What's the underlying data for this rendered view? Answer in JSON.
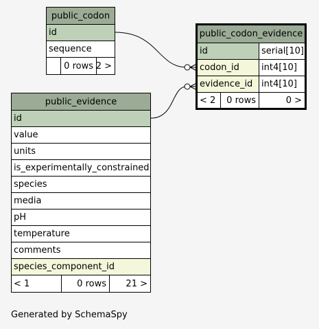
{
  "tables": {
    "public_codon": {
      "name": "public_codon",
      "columns": [
        {
          "name": "id",
          "kind": "pk"
        },
        {
          "name": "sequence",
          "kind": "plain"
        }
      ],
      "footer": {
        "left": "",
        "middle": "0 rows",
        "right": "2 >"
      }
    },
    "public_codon_evidence": {
      "name": "public_codon_evidence",
      "columns": [
        {
          "name": "id",
          "type": "serial[10]",
          "kind": "pk"
        },
        {
          "name": "codon_id",
          "type": "int4[10]",
          "kind": "fk"
        },
        {
          "name": "evidence_id",
          "type": "int4[10]",
          "kind": "fk"
        }
      ],
      "footer": {
        "left": "< 2",
        "middle": "0 rows",
        "right": "0 >"
      }
    },
    "public_evidence": {
      "name": "public_evidence",
      "columns": [
        {
          "name": "id",
          "kind": "pk"
        },
        {
          "name": "value",
          "kind": "plain"
        },
        {
          "name": "units",
          "kind": "plain"
        },
        {
          "name": "is_experimentally_constrained",
          "kind": "plain"
        },
        {
          "name": "species",
          "kind": "plain"
        },
        {
          "name": "media",
          "kind": "plain"
        },
        {
          "name": "pH",
          "kind": "plain"
        },
        {
          "name": "temperature",
          "kind": "plain"
        },
        {
          "name": "comments",
          "kind": "plain"
        },
        {
          "name": "species_component_id",
          "kind": "fk"
        }
      ],
      "footer": {
        "left": "< 1",
        "middle": "0 rows",
        "right": "21 >"
      }
    }
  },
  "footer_text": "Generated by SchemaSpy",
  "colors": {
    "header": "#9bab96",
    "primary_key": "#bed1b8",
    "foreign_key": "#f4f7da",
    "background": "#f5f5f5"
  }
}
